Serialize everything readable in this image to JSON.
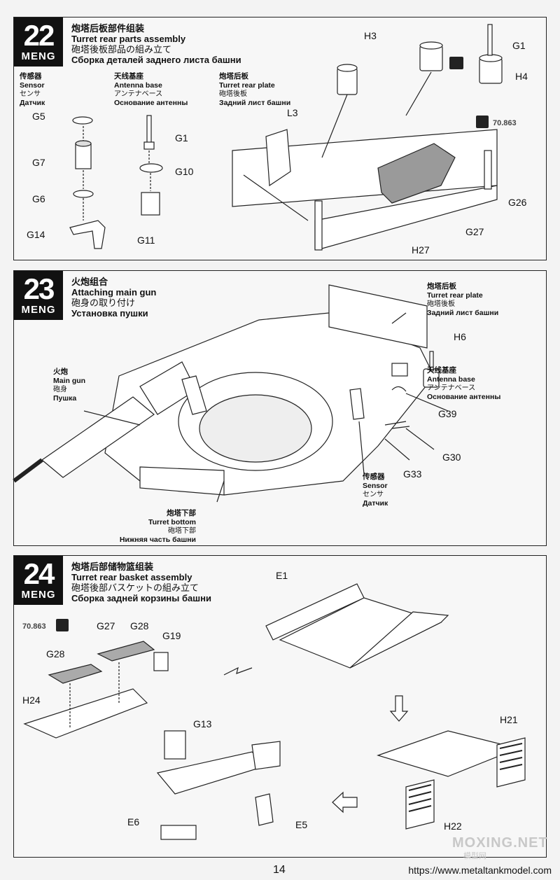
{
  "brand": "MENG",
  "step22": {
    "number": "22",
    "title_cn": "炮塔后板部件组装",
    "title_en": "Turret rear parts assembly",
    "title_ja": "砲塔後板部品の組み立て",
    "title_ru": "Сборка деталей заднего листа башни",
    "sensor": {
      "cn": "传感器",
      "en": "Sensor",
      "ja": "センサ",
      "ru": "Датчик"
    },
    "antenna": {
      "cn": "天线基座",
      "en": "Antenna base",
      "ja": "アンテナベース",
      "ru": "Основание антенны"
    },
    "plate": {
      "cn": "炮塔后板",
      "en": "Turret rear plate",
      "ja": "砲塔後板",
      "ru": "Задний лист башни"
    },
    "parts": [
      "G5",
      "G7",
      "G6",
      "G14",
      "G1",
      "G10",
      "G11",
      "H3",
      "G1",
      "H4",
      "L3",
      "G26",
      "G27",
      "H27"
    ],
    "paint": "70.863"
  },
  "step23": {
    "number": "23",
    "title_cn": "火炮组合",
    "title_en": "Attaching main gun",
    "title_ja": "砲身の取り付け",
    "title_ru": "Установка пушки",
    "plate": {
      "cn": "炮塔后板",
      "en": "Turret rear plate",
      "ja": "砲塔後板",
      "ru": "Задний лист башни"
    },
    "gun": {
      "cn": "火炮",
      "en": "Main gun",
      "ja": "砲身",
      "ru": "Пушка"
    },
    "antenna": {
      "cn": "天线基座",
      "en": "Antenna base",
      "ja": "アンテナベース",
      "ru": "Основание антенны"
    },
    "sensor": {
      "cn": "传感器",
      "en": "Sensor",
      "ja": "センサ",
      "ru": "Датчик"
    },
    "bottom": {
      "cn": "炮塔下部",
      "en": "Turret bottom",
      "ja": "砲塔下部",
      "ru": "Нижняя часть башни"
    },
    "parts": [
      "H6",
      "G39",
      "G30",
      "G33"
    ]
  },
  "step24": {
    "number": "24",
    "title_cn": "炮塔后部储物篮组装",
    "title_en": "Turret rear basket assembly",
    "title_ja": "砲塔後部バスケットの組み立て",
    "title_ru": "Сборка задней корзины башни",
    "paint": "70.863",
    "parts": [
      "G27",
      "G28",
      "G28",
      "G19",
      "H24",
      "E1",
      "G13",
      "E6",
      "E5",
      "H21",
      "H22"
    ]
  },
  "footer": {
    "page": "14",
    "url": "https://www.metaltankmodel.com"
  },
  "watermark": {
    "main": "MOXING.NET",
    "sub": "模型网"
  }
}
